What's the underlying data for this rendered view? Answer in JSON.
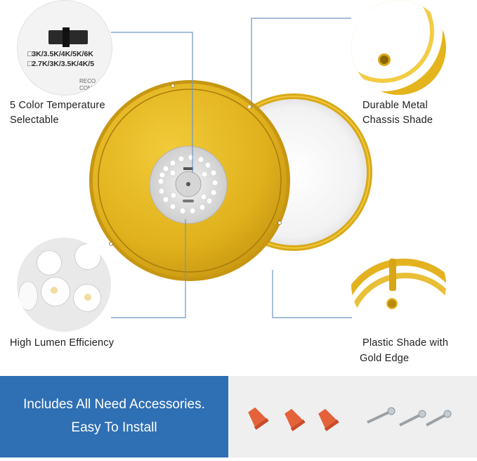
{
  "callouts": {
    "color_temp": {
      "line1": "5 Color Temperature",
      "line2": "Selectable"
    },
    "chassis": {
      "line1": "Durable Metal",
      "line2": "Chassis Shade"
    },
    "lumen": {
      "line1": "High Lumen Efficiency"
    },
    "plastic": {
      "line1": "Plastic Shade with",
      "line2": "Gold Edge"
    }
  },
  "switch_label": {
    "row1": "□3K/3.5K/4K/5K/6K",
    "row2": "□2.7K/3K/3.5K/4K/5",
    "row3": "RECO",
    "row4": "COM"
  },
  "banner": {
    "line1": "Includes All Need Accessories.",
    "line2": "Easy To Install"
  },
  "colors": {
    "gold": "#e6b820",
    "gold_dark": "#c99a12",
    "banner_blue": "#2f6fb4",
    "leader": "#6f95c4"
  }
}
